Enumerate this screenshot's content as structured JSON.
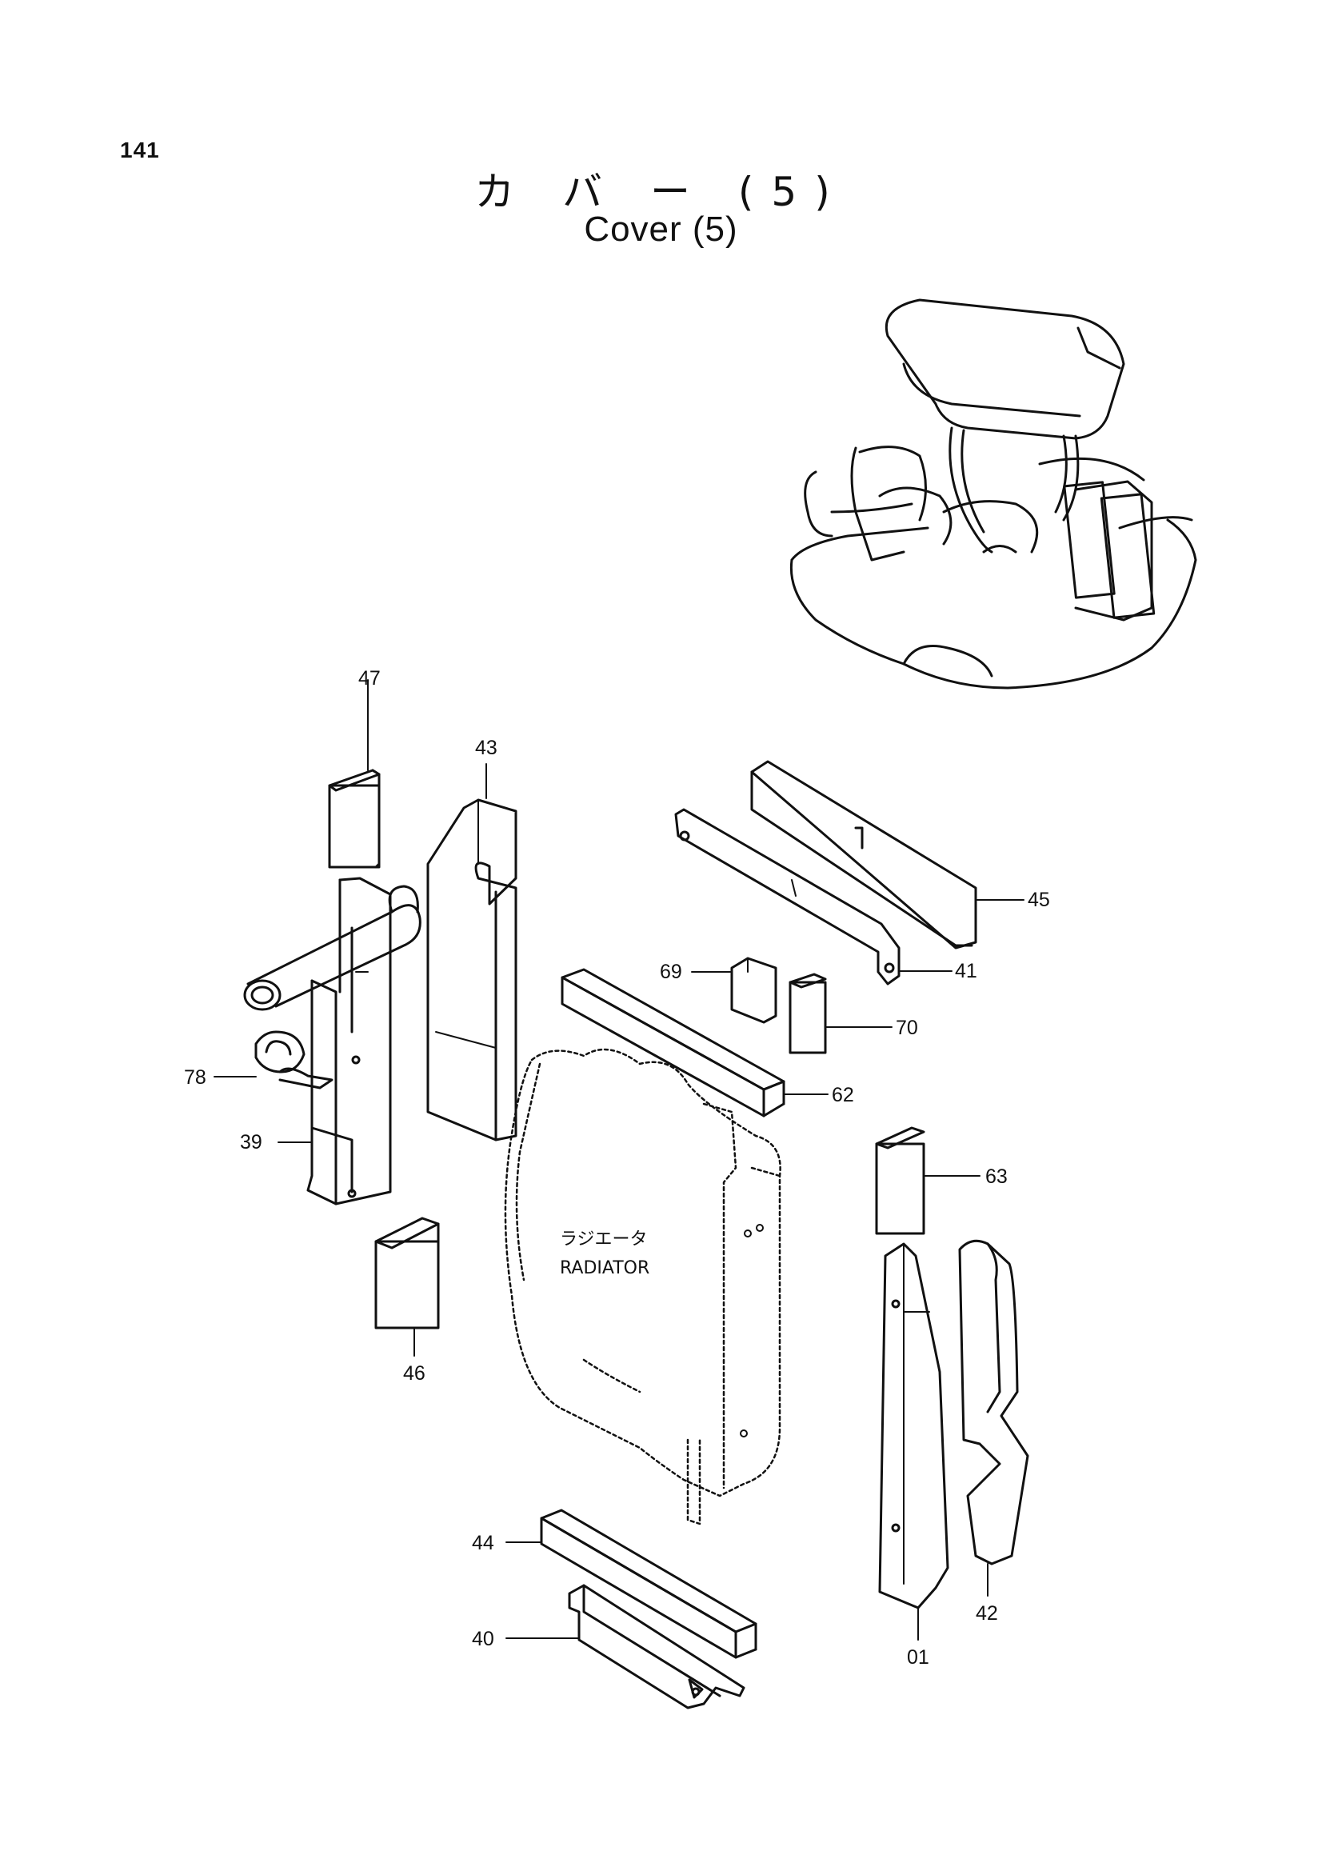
{
  "header": {
    "page_number": "141",
    "title_jp": "カ バ ー (5)",
    "title_en": "Cover (5)"
  },
  "radiator": {
    "label_jp": "ラジエータ",
    "label_en": "RADIATOR"
  },
  "callouts": {
    "c47": "47",
    "c43": "43",
    "c45": "45",
    "c41": "41",
    "c69": "69",
    "c70": "70",
    "c78": "78",
    "c39": "39",
    "c62": "62",
    "c63": "63",
    "c46": "46",
    "c44": "44",
    "c40": "40",
    "c01": "01",
    "c42": "42"
  }
}
